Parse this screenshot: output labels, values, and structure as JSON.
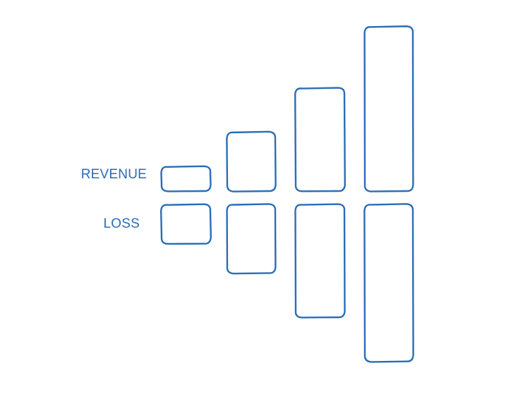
{
  "chart_data": {
    "type": "bar",
    "style": "hand-drawn outline bars, mirrored about a baseline",
    "color": "#2a6db5",
    "categories": [
      "",
      "",
      "",
      ""
    ],
    "series": [
      {
        "name": "REVENUE",
        "direction": "up",
        "values": [
          1,
          2.4,
          4.2,
          6.7
        ]
      },
      {
        "name": "LOSS",
        "direction": "down",
        "values": [
          1.6,
          2.8,
          4.6,
          6.4
        ]
      }
    ],
    "grid": false,
    "axes_visible": false,
    "legend": "left"
  }
}
